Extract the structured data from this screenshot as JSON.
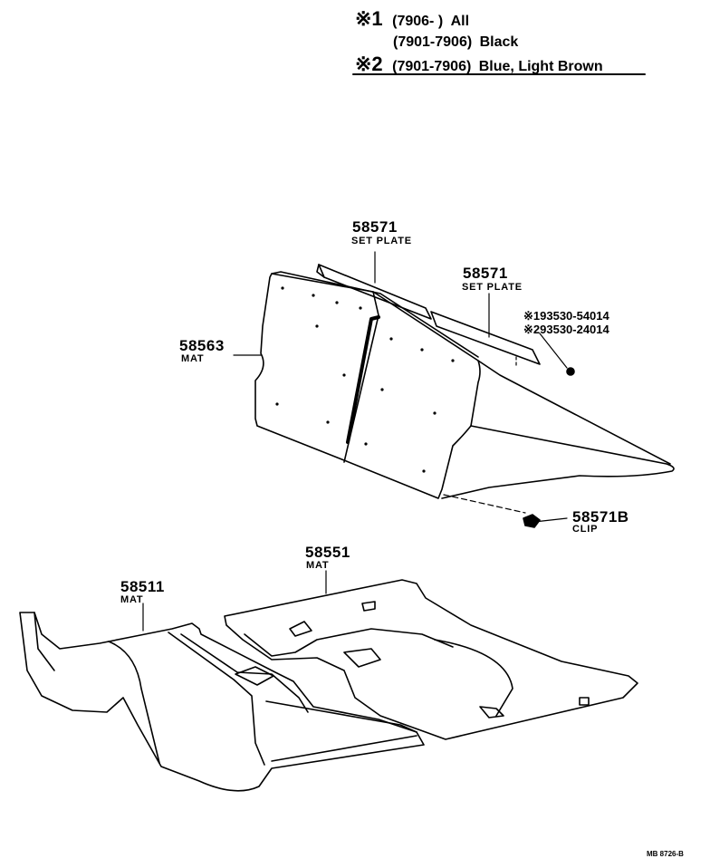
{
  "legend": {
    "rows": [
      {
        "mark": "※1",
        "range": "(7906-        )",
        "desc": "All"
      },
      {
        "mark": "",
        "range": "(7901-7906)",
        "desc": "Black"
      },
      {
        "mark": "※2",
        "range": "(7901-7906)",
        "desc": "Blue, Light Brown"
      }
    ]
  },
  "parts": {
    "set_plate_left": {
      "number": "58571",
      "name": "SET PLATE"
    },
    "set_plate_right": {
      "number": "58571",
      "name": "SET PLATE"
    },
    "rear_mat": {
      "number": "58563",
      "name": "MAT"
    },
    "clip": {
      "number": "58571B",
      "name": "CLIP"
    },
    "front_mat": {
      "number": "58511",
      "name": "MAT"
    },
    "rear_floor_mat": {
      "number": "58551",
      "name": "MAT"
    },
    "screw_1": "※193530-54014",
    "screw_2": "※293530-24014"
  },
  "footer": {
    "code": "MB 8726-B"
  }
}
